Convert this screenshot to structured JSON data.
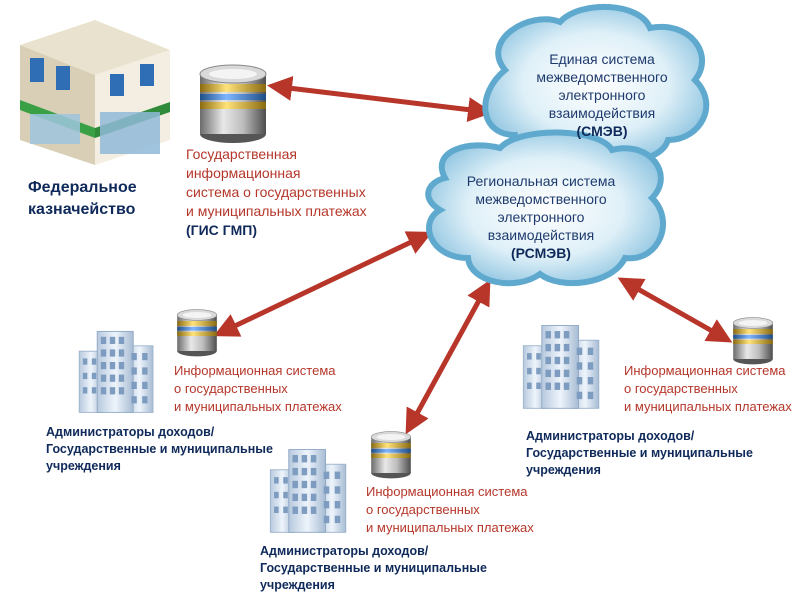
{
  "federal_treasury": {
    "label_lines": [
      "Федеральное",
      "казначейство"
    ]
  },
  "smev": {
    "lines": [
      "Единая система",
      "межведомственного",
      "электронного",
      "взаимодействия"
    ],
    "abbr": "(СМЭВ)"
  },
  "rsmev": {
    "lines": [
      "Региональная система",
      "межведомственного",
      "электронного",
      "взаимодействия"
    ],
    "abbr": "(РСМЭВ)"
  },
  "gis_gmp": {
    "lines": [
      "Государственная",
      "информационная",
      "система о государственных",
      "и муниципальных платежах"
    ],
    "abbr": "(ГИС ГМП)"
  },
  "info_system": {
    "lines": [
      "Информационная система",
      "о государственных",
      "и муниципальных платежах"
    ]
  },
  "administrators": {
    "lines": [
      "Администраторы доходов/",
      "Государственные и муниципальные",
      "учреждения"
    ]
  },
  "colors": {
    "arrow": "#b8352a",
    "cloud_fill": "#d6ecf6",
    "cloud_edge": "#5fa9cf",
    "system_text": "#b5372a",
    "dark_text": "#0f2a5a"
  },
  "icons": {
    "database": "database-icon",
    "building": "office-building-icon",
    "treasury": "treasury-building-icon"
  }
}
